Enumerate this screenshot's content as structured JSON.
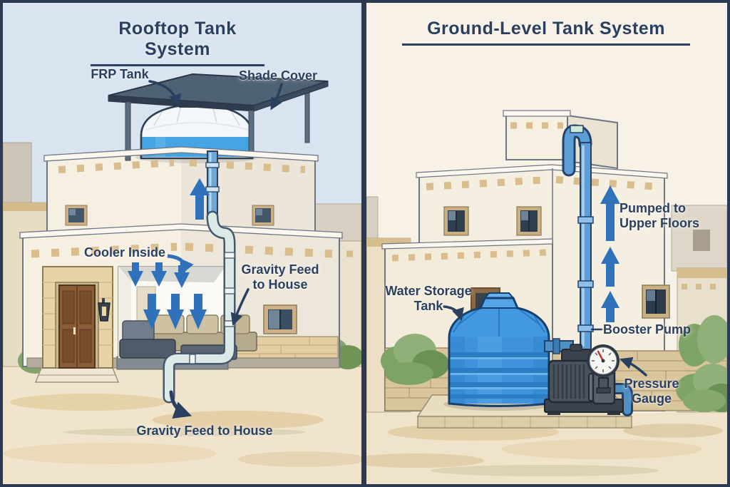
{
  "palette": {
    "ink_navy": "#2b3f5e",
    "arrow_blue": "#2f72ba",
    "left_sky": "#d9e4f0",
    "right_background": "#f7f1e7",
    "sand": "#f0e5cc",
    "building_cream": "#f5efe1",
    "trim_tan": "#d9bd8c",
    "tank_white": "#f4f7fa",
    "tank_water_blue": "#45a5e2",
    "poly_tank_blue": "#3f93da",
    "pipe_blue": "#5e9ed6",
    "pipe_pale": "#dbe9e7",
    "pump_gray": "#4a545f",
    "canopy_slate": "#4f6175",
    "border_navy": "#2b3a52",
    "gauge_needle_red": "#c23333",
    "bush_green": "#7ea366"
  },
  "left_panel": {
    "title": "Rooftop Tank System",
    "labels": {
      "frp_tank": "FRP Tank",
      "shade_cover": "Shade Cover",
      "cooler_inside": "Cooler Inside",
      "gravity_feed_side": "Gravity Feed\nto House",
      "gravity_feed_bottom": "Gravity Feed to House"
    }
  },
  "right_panel": {
    "title": "Ground-Level Tank System",
    "labels": {
      "pumped_to_upper_floors": "Pumped to\nUpper Floors",
      "water_storage_tank": "Water Storage\nTank",
      "booster_pump": "Booster Pump",
      "pressure_gauge": "Pressure\nGauge"
    }
  }
}
